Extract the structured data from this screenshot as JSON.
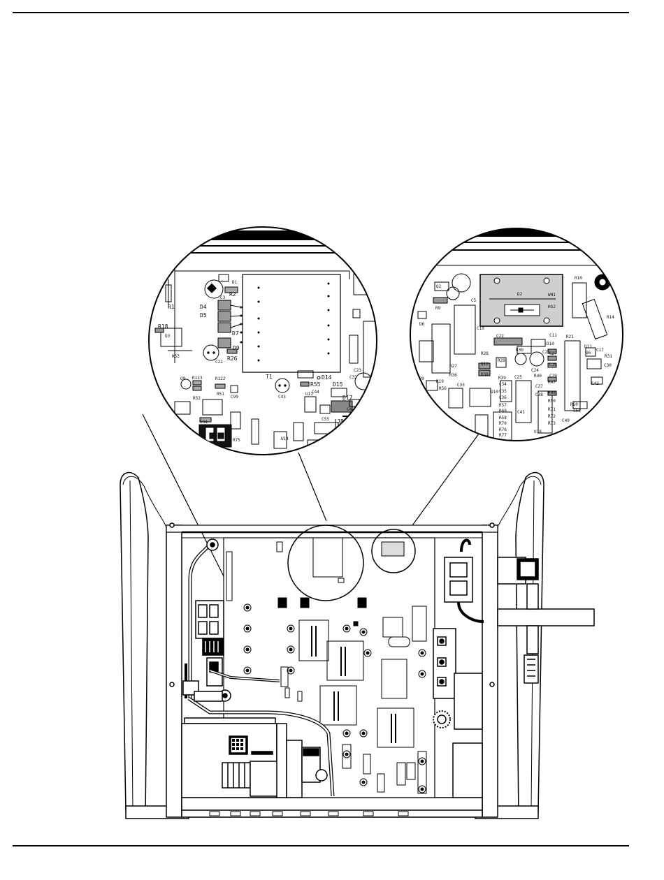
{
  "callout_left": {
    "labels": [
      "R1",
      "R2",
      "R18",
      "U3",
      "R53",
      "D4",
      "D5",
      "D7",
      "D9",
      "R26",
      "C22",
      "C3",
      "D1",
      "T1",
      "D14",
      "R55",
      "D15",
      "C32",
      "C23",
      "C43",
      "U11",
      "C44",
      "C55",
      "D17",
      "C45",
      "J8",
      "Q9",
      "R123",
      "R122",
      "C99",
      "R51",
      "R52",
      "R83",
      "C94",
      "R75",
      "U14"
    ]
  },
  "callout_right": {
    "labels": [
      "Q2",
      "C5",
      "R9",
      "D6",
      "D2",
      "WH1",
      "HS2",
      "R10",
      "R14",
      "C10",
      "C11",
      "D10",
      "C22",
      "R28",
      "R30",
      "C26",
      "C24",
      "R40",
      "R21",
      "D11",
      "C27",
      "C28",
      "C29",
      "R31",
      "C30",
      "R29",
      "Q12",
      "R27",
      "R36",
      "R38",
      "R39",
      "C34",
      "C35",
      "C36",
      "C25",
      "C37",
      "R47",
      "R48",
      "R50",
      "C42",
      "R69",
      "R19",
      "R56",
      "C33",
      "R57",
      "R58",
      "R70",
      "R71",
      "R72",
      "R73",
      "R76",
      "R77",
      "C49",
      "C50",
      "R60",
      "C46",
      "U6",
      "U10",
      "C17",
      "C41",
      "R20",
      "C38",
      "U18"
    ]
  }
}
